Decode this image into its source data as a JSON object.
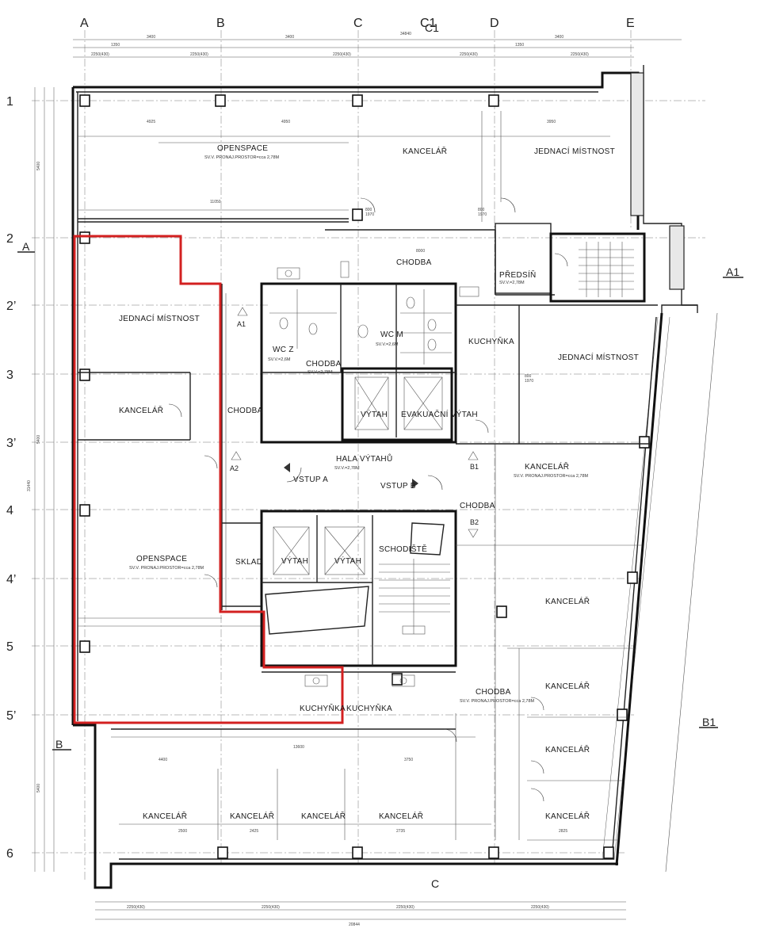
{
  "colors": {
    "tenant_outline": "#d32020",
    "walls": "#111111",
    "background": "#ffffff"
  },
  "axes": {
    "columns": [
      "A",
      "B",
      "C",
      "C1",
      "D",
      "E"
    ],
    "rows": [
      "1",
      "2",
      "2’",
      "3",
      "3’",
      "4",
      "4’",
      "5",
      "5’",
      "6"
    ],
    "section_marks": [
      "A",
      "A1",
      "B",
      "B1",
      "C",
      "C1"
    ]
  },
  "rooms": {
    "openspace_top": "OPENSPACE",
    "openspace_top_sub": "SV.V. PRONAJ.PROSTOR=cca 2,78M",
    "kancelar_top": "KANCELÁŘ",
    "jednaci_top": "JEDNACÍ MÍSTNOST",
    "chodba_top": "CHODBA",
    "predsin": "PŘEDSÍŇ",
    "predsin_sub": "SV.V.=2,78M",
    "jednaci_left": "JEDNACÍ MÍSTNOST",
    "kancelar_left": "KANCELÁŘ",
    "chodba_left": "CHODBA",
    "openspace_left": "OPENSPACE",
    "openspace_left_sub": "SV.V. PRONAJ.PROSTOR=cca 2,78M",
    "sklad": "SKLAD",
    "wc_z": "WC Z",
    "wc_z_sub": "SV.V.=2,6M",
    "wc_m": "WC M",
    "wc_m_sub": "SV.V.=2,6M",
    "chodba_wc": "CHODBA",
    "chodba_wc_sub": "SV.V.=2,78M",
    "vytah_1": "VÝTAH",
    "evakuacni_vytah": "EVAKUAČNÍ VÝTAH",
    "hala_vytahu": "HALA VÝTAHŮ",
    "hala_vytahu_sub": "SV.V.=2,78M",
    "vstup_a": "VSTUP A",
    "vstup_b": "VSTUP B",
    "vytah_2": "VÝTAH",
    "vytah_3": "VÝTAH",
    "schodiste": "SCHODIŠTĚ",
    "kuchynka_right": "KUCHYŇKA",
    "jednaci_right": "JEDNACÍ MÍSTNOST",
    "kancelar_right": "KANCELÁŘ",
    "kancelar_right_sub": "SV.V. PRONAJ.PROSTOR=cca 2,78M",
    "chodba_mid": "CHODBA",
    "kancelar_r2": "KANCELÁŘ",
    "kancelar_r3": "KANCELÁŘ",
    "kancelar_r4": "KANCELÁŘ",
    "kancelar_r5": "KANCELÁŘ",
    "chodba_low": "CHODBA",
    "chodba_low_sub": "SV.V. PRONAJ.PROSTOR=cca 2,78M",
    "kuchynka_1": "KUCHYŇKA",
    "kuchynka_2": "KUCHYŇKA",
    "kancelar_b1": "KANCELÁŘ",
    "kancelar_b2": "KANCELÁŘ",
    "kancelar_b3": "KANCELÁŘ",
    "kancelar_b4": "KANCELÁŘ"
  },
  "tags": {
    "a1": "A1",
    "a2": "A2",
    "b1": "B1",
    "b2": "B2"
  },
  "dimensions": {
    "overall_top": "34840",
    "overall_bottom": "20844",
    "module": "2250(430)",
    "bay_a": "3400",
    "bay_b": "1350",
    "span_top": "4925",
    "span_mid": "4950",
    "span_right": "3950",
    "span_wide": "13600",
    "span_long": "11050",
    "corridor": "8000",
    "door": "800",
    "door_h": "1970",
    "left_total": "31440",
    "left_bay": "5400",
    "b_4400": "4400",
    "b_3750": "3750",
    "b_2500": "2500",
    "b_2425": "2425",
    "b_2735": "2735",
    "b_2825": "2825"
  }
}
